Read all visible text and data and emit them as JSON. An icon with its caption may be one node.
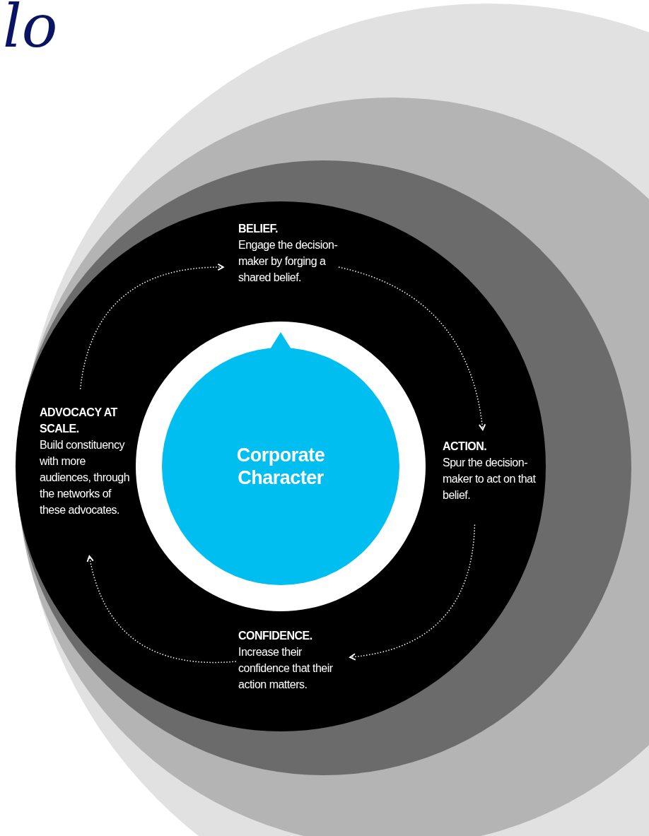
{
  "diagram": {
    "nodes": [
      {
        "text": [
          "BELIEF.",
          "Engage the decision-maker by forging a shared belief."
        ]
      },
      {
        "text": [
          "ADVOCACY AT SCALE.",
          "Build constituency with more audiences, through the networks of these advocates."
        ]
      },
      {
        "text": [
          "Corporate Character"
        ]
      },
      {
        "text": [
          "ACTION.",
          "Spur the decision-maker to act on that belief."
        ]
      },
      {
        "text": [
          "CONFIDENCE.",
          "Increase their confidence that their action matters."
        ]
      }
    ],
    "edges": [
      {
        "from": 0,
        "to": 3,
        "arrow": "to"
      },
      {
        "from": 3,
        "to": 4,
        "arrow": "to"
      },
      {
        "from": 4,
        "to": 1,
        "arrow": "to"
      },
      {
        "from": 1,
        "to": 0,
        "arrow": "to"
      }
    ],
    "labels": [
      "lo"
    ]
  }
}
